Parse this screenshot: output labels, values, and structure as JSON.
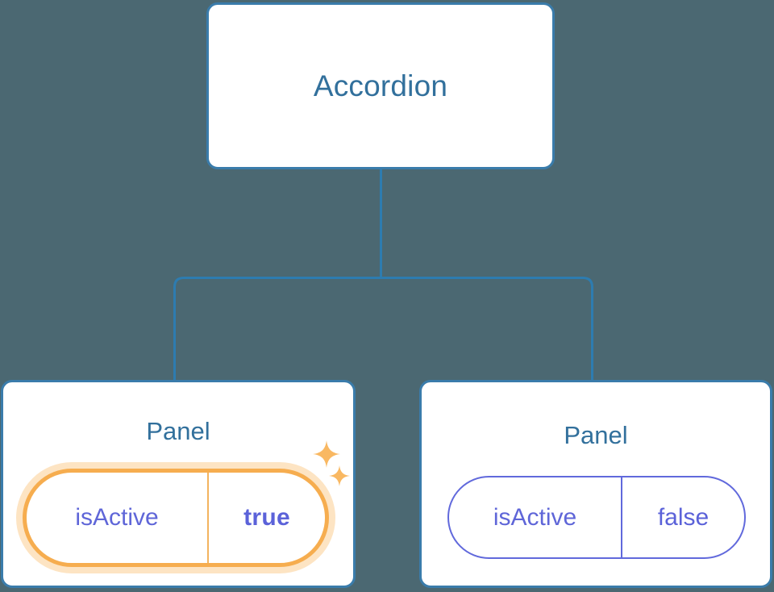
{
  "diagram": {
    "type": "component-tree",
    "background_color": "#4b6872",
    "accent_blue": "#32709c",
    "accent_purple": "#5f66d8",
    "accent_orange": "#f6ad4f",
    "root": {
      "title": "Accordion"
    },
    "children": [
      {
        "title": "Panel",
        "highlighted": true,
        "prop": {
          "key": "isActive",
          "value": "true"
        },
        "sparkles": [
          "sparkle-large-icon",
          "sparkle-small-icon"
        ]
      },
      {
        "title": "Panel",
        "highlighted": false,
        "prop": {
          "key": "isActive",
          "value": "false"
        }
      }
    ]
  }
}
